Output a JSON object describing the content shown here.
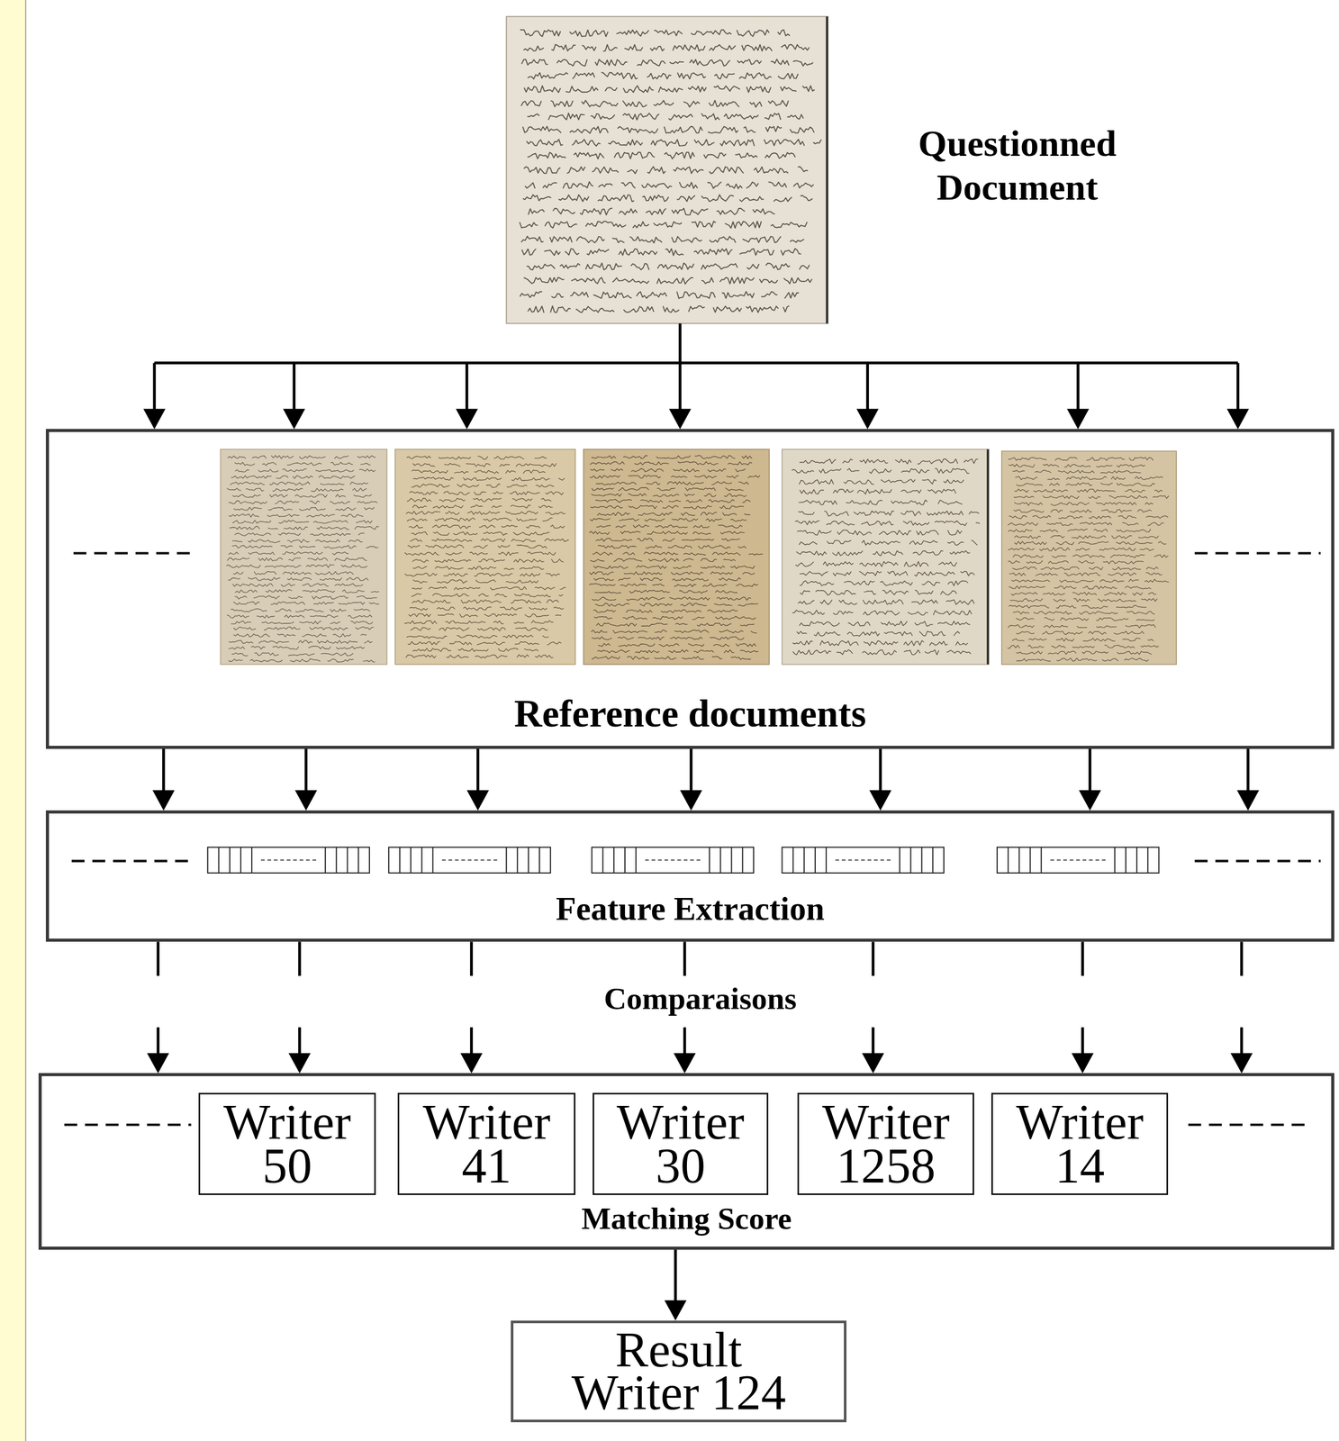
{
  "diagram": {
    "nodes": [
      {
        "text": [
          "Questionned Document"
        ]
      },
      {
        "text": [
          "Reference documents"
        ]
      },
      {
        "text": [
          "Feature Extraction"
        ]
      },
      {
        "text": [
          "Matching Score"
        ]
      },
      {
        "text": [
          "Writer 50"
        ],
        "in": 3
      },
      {
        "text": [
          "Writer 41"
        ],
        "in": 3
      },
      {
        "text": [
          "Writer 30"
        ],
        "in": 3
      },
      {
        "text": [
          "Writer 1258"
        ],
        "in": 3
      },
      {
        "text": [
          "Writer 14"
        ],
        "in": 3
      },
      {
        "text": [
          "Result Writer 124"
        ]
      }
    ],
    "edges": [
      {
        "from": 0,
        "to": 1,
        "arrow": "to"
      },
      {
        "from": 1,
        "to": 2,
        "arrow": "to"
      },
      {
        "from": 2,
        "to": 3,
        "label": "Comparaisons",
        "arrow": "to"
      },
      {
        "from": 3,
        "to": 9,
        "arrow": "to"
      }
    ]
  }
}
